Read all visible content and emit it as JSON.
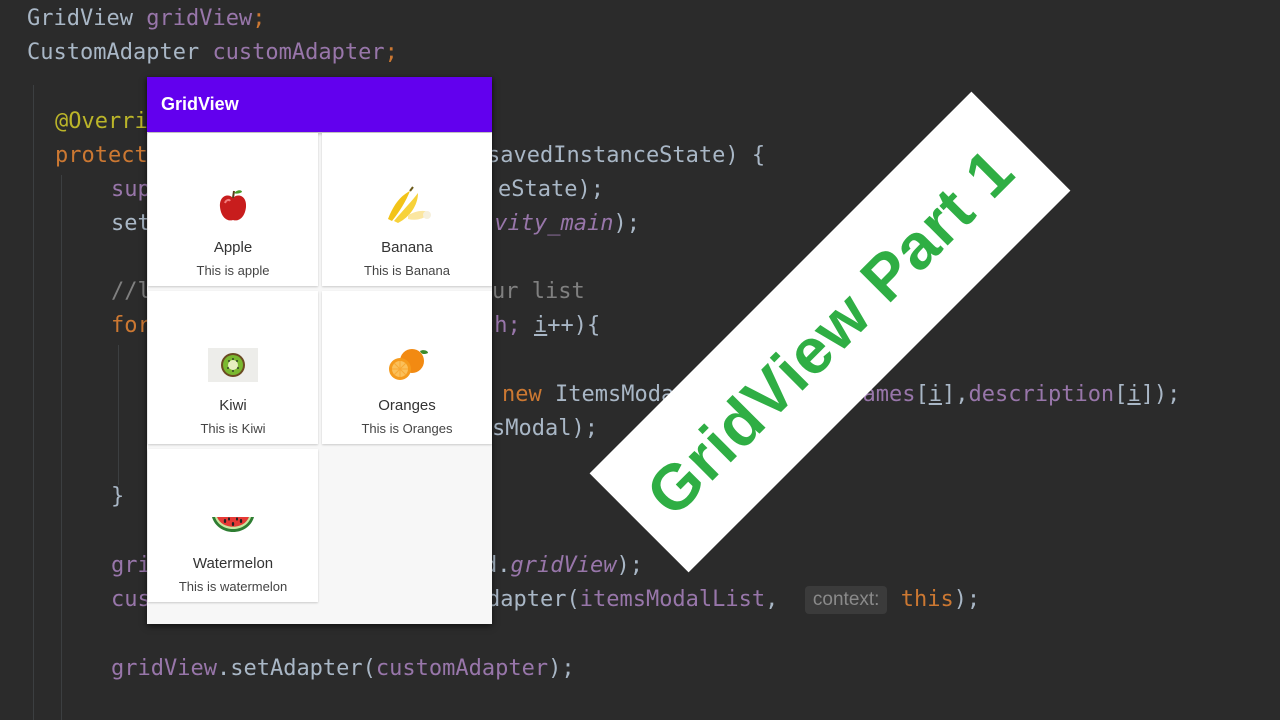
{
  "code": {
    "line1": [
      "GridView ",
      "gridView",
      ";"
    ],
    "line2": [
      "CustomAdapter ",
      "customAdapter",
      ";"
    ],
    "line3": "@Overri",
    "line4": [
      "protect",
      "savedInstanceState) {"
    ],
    "line5": [
      "sup",
      "eState);"
    ],
    "line6": [
      "set",
      "ivity_main",
      ");"
    ],
    "line7": [
      "//l",
      "ur list"
    ],
    "line8": [
      "for",
      "th; ",
      "i",
      "++){"
    ],
    "line9": [
      "new ",
      "ItemsModa",
      ",",
      "names",
      "[",
      "i",
      "],",
      "description",
      "[",
      "i",
      "]);"
    ],
    "line10": "sModal);",
    "line11": "}",
    "line12": [
      "gri",
      "d.",
      "gridView",
      ");"
    ],
    "line13": [
      "cus",
      "dapter(",
      "itemsModalList",
      ",  ",
      "context:",
      " ",
      "this",
      ");"
    ],
    "line14": [
      "gridView",
      ".setAdapter(",
      "customAdapter",
      ");"
    ]
  },
  "app": {
    "title": "GridView",
    "items": [
      {
        "name": "Apple",
        "description": "This is apple",
        "icon": "apple-icon"
      },
      {
        "name": "Banana",
        "description": "This is Banana",
        "icon": "banana-icon"
      },
      {
        "name": "Kiwi",
        "description": "This is Kiwi",
        "icon": "kiwi-icon"
      },
      {
        "name": "Oranges",
        "description": "This is Oranges",
        "icon": "orange-icon"
      },
      {
        "name": "Watermelon",
        "description": "This is watermelon",
        "icon": "watermelon-icon"
      }
    ],
    "colors": {
      "appbar": "#6200ee",
      "background": "#f7f7f7"
    }
  },
  "banner": {
    "text": "GridView Part 1",
    "color": "#2fae44"
  },
  "editor": {
    "background": "#2b2b2b"
  }
}
